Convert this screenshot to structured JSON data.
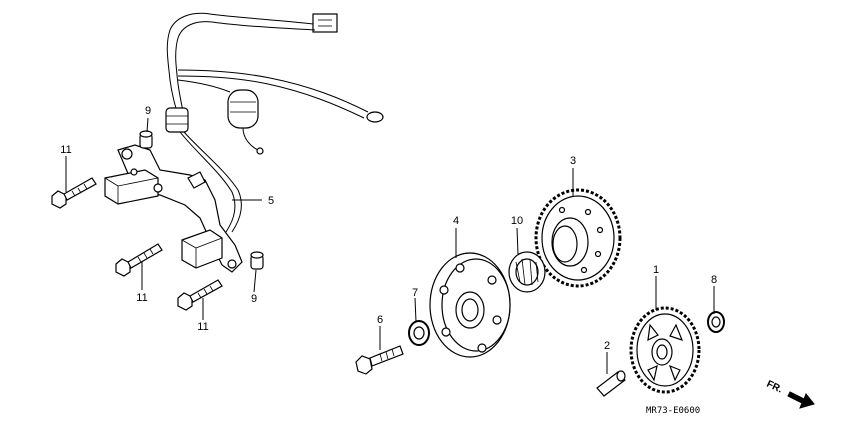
{
  "diagram": {
    "callouts": [
      {
        "id": "c1",
        "text": "1"
      },
      {
        "id": "c2",
        "text": "2"
      },
      {
        "id": "c3",
        "text": "3"
      },
      {
        "id": "c4",
        "text": "4"
      },
      {
        "id": "c5",
        "text": "5"
      },
      {
        "id": "c6",
        "text": "6"
      },
      {
        "id": "c7",
        "text": "7"
      },
      {
        "id": "c8",
        "text": "8"
      },
      {
        "id": "c9a",
        "text": "9"
      },
      {
        "id": "c9b",
        "text": "9"
      },
      {
        "id": "c10",
        "text": "10"
      },
      {
        "id": "c11a",
        "text": "11"
      },
      {
        "id": "c11b",
        "text": "11"
      },
      {
        "id": "c11c",
        "text": "11"
      }
    ],
    "diagram_code": "MR73-E0600",
    "direction_label": "FR."
  }
}
